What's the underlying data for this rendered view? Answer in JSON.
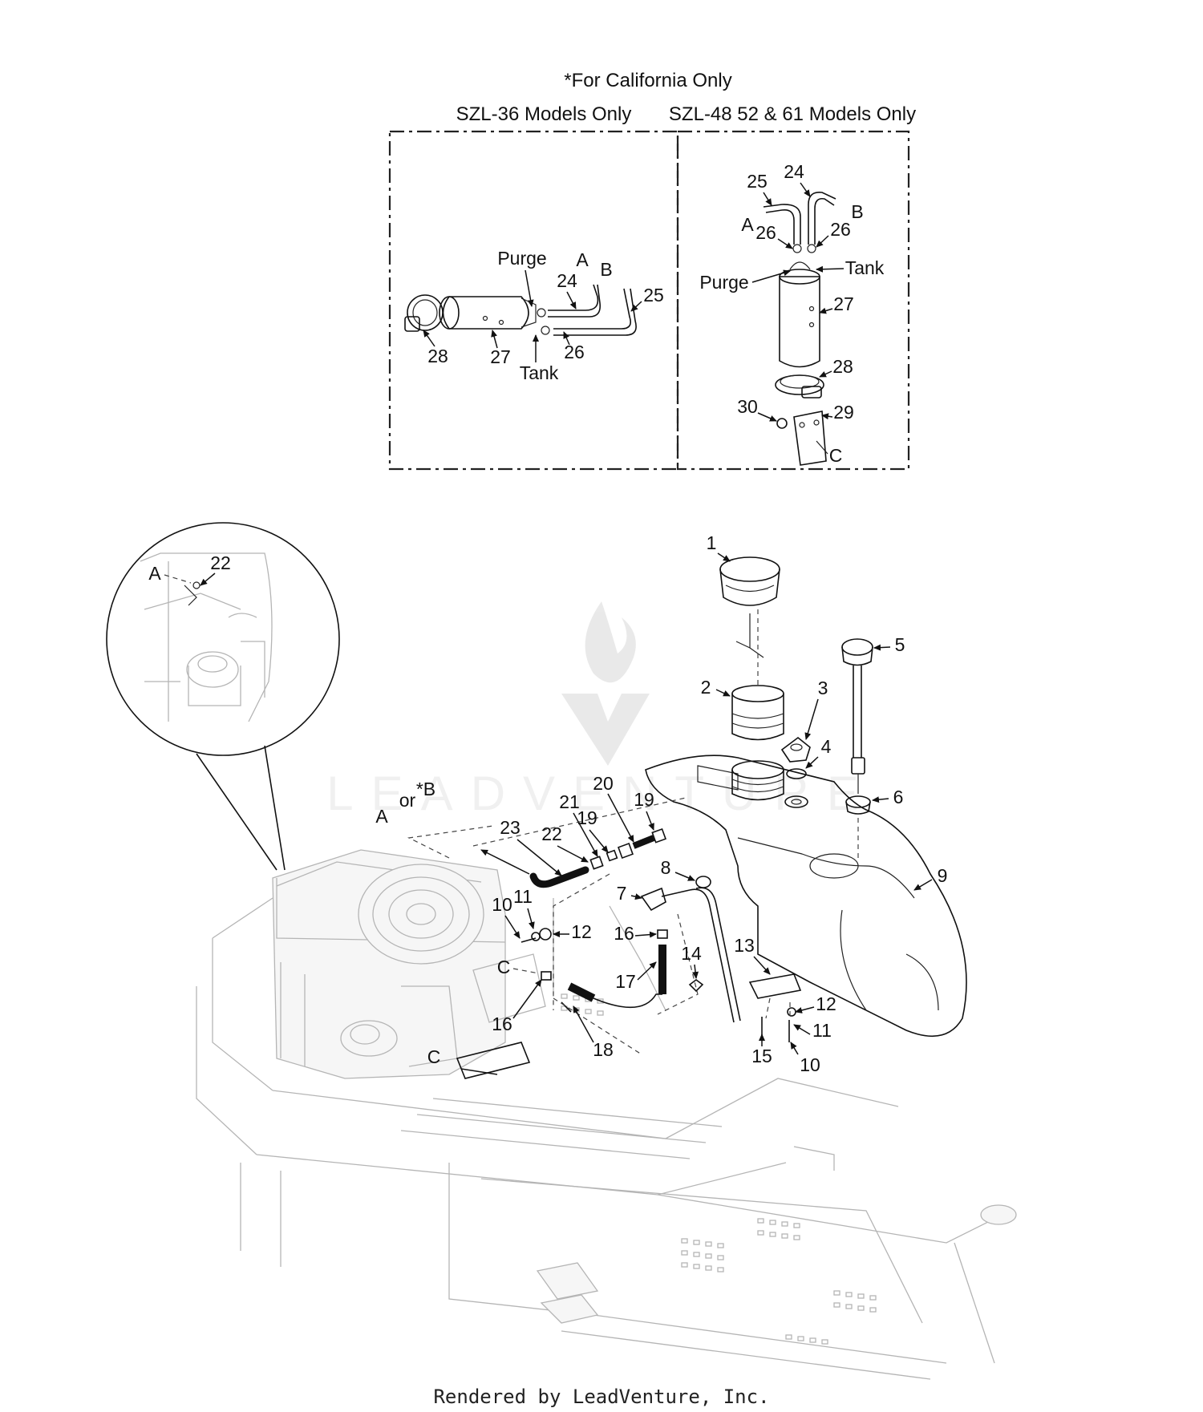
{
  "header": {
    "california_note": "*For California Only",
    "left_box_title": "SZL-36 Models Only",
    "right_box_title": "SZL-48 52 & 61 Models Only"
  },
  "inset_left": {
    "labels": {
      "purge": "Purge",
      "tank": "Tank",
      "a": "A",
      "b": "B"
    },
    "callouts": [
      "24",
      "25",
      "26",
      "27",
      "28"
    ]
  },
  "inset_right": {
    "labels": {
      "purge": "Purge",
      "tank": "Tank",
      "a": "A",
      "b": "B",
      "c": "C"
    },
    "callouts": [
      "24",
      "25",
      "26",
      "26",
      "27",
      "28",
      "29",
      "30"
    ]
  },
  "main": {
    "letters": {
      "a_or_b_top": "*B",
      "or_text": "or",
      "a_left": "A",
      "a_circle": "A",
      "c_mid": "C",
      "c_low": "C"
    },
    "callouts": [
      "1",
      "2",
      "3",
      "4",
      "5",
      "6",
      "7",
      "8",
      "9",
      "10",
      "11",
      "12",
      "13",
      "14",
      "15",
      "16",
      "17",
      "18",
      "19",
      "20",
      "21",
      "22",
      "23"
    ],
    "detail_callout": "22"
  },
  "watermark": "LEADVENTURE",
  "footer": "Rendered by LeadVenture, Inc."
}
